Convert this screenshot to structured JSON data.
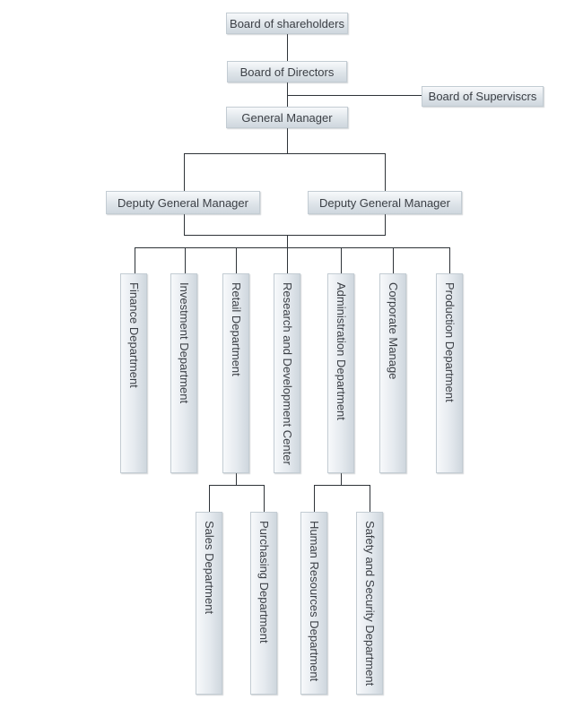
{
  "org_chart": {
    "line_color": "#2e3338",
    "box_fill": "#dfe5ea",
    "box_border": "#c3ccd3",
    "top": {
      "shareholders": "Board of shareholders",
      "directors": "Board of Directors",
      "supervisors": "Board of Superviscrs",
      "general_manager": "General Manager"
    },
    "deputies": [
      "Deputy General Manager",
      "Deputy General Manager"
    ],
    "departments": [
      "Finance Department",
      "Investment Department",
      "Retail Department",
      "Research and Development Center",
      "Administration Department",
      "Corporate Manage",
      "Production Department"
    ],
    "retail_subs": [
      "Sales Department",
      "Purchasing Department"
    ],
    "admin_subs": [
      "Human Resources Department",
      "Safety and Security Department"
    ]
  }
}
